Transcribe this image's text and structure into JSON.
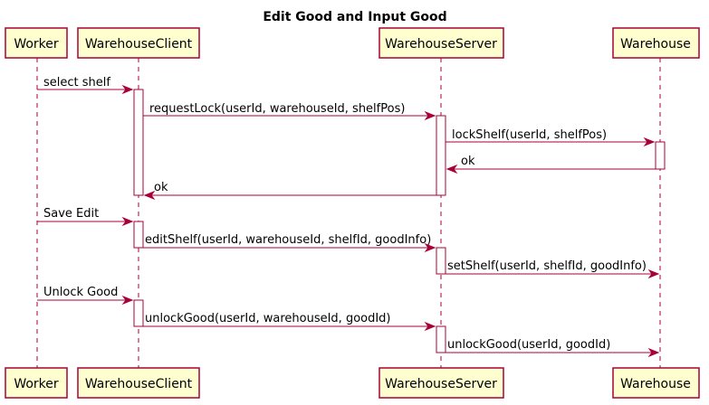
{
  "diagram": {
    "title": "Edit Good and Input Good",
    "colors": {
      "border": "#A80036",
      "participant_fill": "#FEFECE",
      "activation_fill": "#FFFFFF",
      "text": "#000000"
    },
    "participants": [
      {
        "id": "worker",
        "label": "Worker"
      },
      {
        "id": "client",
        "label": "WarehouseClient"
      },
      {
        "id": "server",
        "label": "WarehouseServer"
      },
      {
        "id": "warehouse",
        "label": "Warehouse"
      }
    ],
    "messages": [
      {
        "from": "worker",
        "to": "client",
        "label": "select shelf"
      },
      {
        "from": "client",
        "to": "server",
        "label": "requestLock(userId, warehouseId, shelfPos)"
      },
      {
        "from": "server",
        "to": "warehouse",
        "label": "lockShelf(userId, shelfPos)"
      },
      {
        "from": "warehouse",
        "to": "server",
        "label": "ok"
      },
      {
        "from": "server",
        "to": "client",
        "label": "ok"
      },
      {
        "from": "worker",
        "to": "client",
        "label": "Save Edit"
      },
      {
        "from": "client",
        "to": "server",
        "label": "editShelf(userId, warehouseId, shelfId, goodInfo)"
      },
      {
        "from": "server",
        "to": "warehouse",
        "label": "setShelf(userId, shelfId, goodInfo)"
      },
      {
        "from": "worker",
        "to": "client",
        "label": "Unlock Good"
      },
      {
        "from": "client",
        "to": "server",
        "label": "unlockGood(userId, warehouseId, goodId)"
      },
      {
        "from": "server",
        "to": "warehouse",
        "label": "unlockGood(userId, goodId)"
      }
    ]
  }
}
